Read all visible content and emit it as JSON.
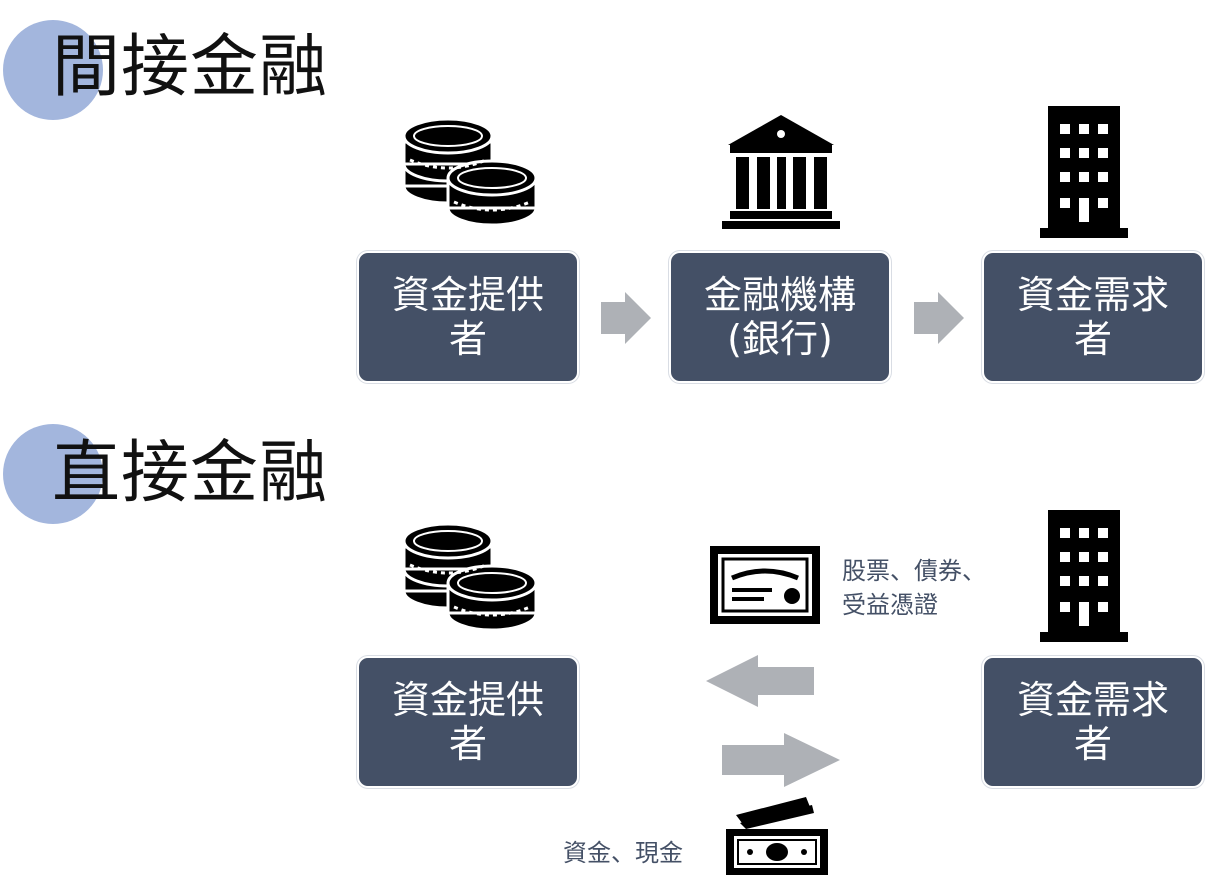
{
  "indirect": {
    "title": "間接金融",
    "provider": {
      "line1": "資金提供",
      "line2": "者"
    },
    "bank": {
      "line1": "金融機構",
      "line2": "(銀行)"
    },
    "demander": {
      "line1": "資金需求",
      "line2": "者"
    }
  },
  "direct": {
    "title": "直接金融",
    "provider": {
      "line1": "資金提供",
      "line2": "者"
    },
    "demander": {
      "line1": "資金需求",
      "line2": "者"
    },
    "securities_note": {
      "line1": "股票、債券、",
      "line2": "受益憑證"
    },
    "funds_note": "資金、現金"
  },
  "colors": {
    "node_fill": "#445066",
    "accent_circle": "#a3b6dd",
    "arrow": "#aeb1b6",
    "icon": "#000000"
  },
  "icons": [
    "coins-icon",
    "bank-icon",
    "office-building-icon",
    "certificate-icon",
    "cash-icon"
  ]
}
